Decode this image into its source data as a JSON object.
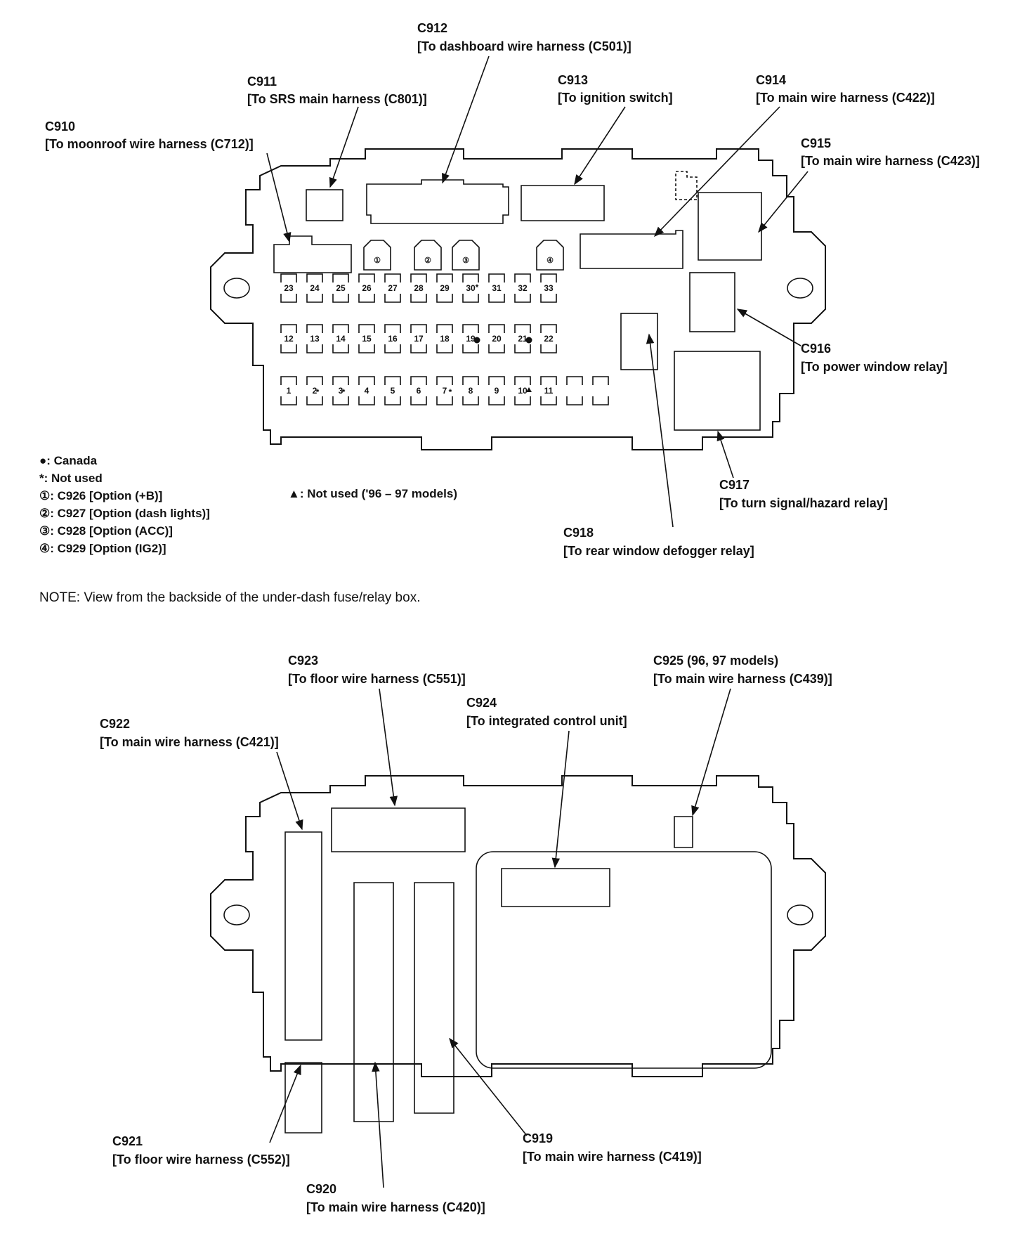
{
  "top_labels": {
    "c910": {
      "code": "C910",
      "desc": "[To moonroof wire harness (C712)]"
    },
    "c911": {
      "code": "C911",
      "desc": "[To SRS main harness (C801)]"
    },
    "c912": {
      "code": "C912",
      "desc": "[To dashboard wire harness (C501)]"
    },
    "c913": {
      "code": "C913",
      "desc": "[To ignition switch]"
    },
    "c914": {
      "code": "C914",
      "desc": "[To main wire harness (C422)]"
    },
    "c915": {
      "code": "C915",
      "desc": "[To main wire harness (C423)]"
    },
    "c916": {
      "code": "C916",
      "desc": "[To power window relay]"
    },
    "c917": {
      "code": "C917",
      "desc": "[To turn signal/hazard relay]"
    },
    "c918": {
      "code": "C918",
      "desc": "[To rear window defogger relay]"
    }
  },
  "fuse_rows": {
    "top": [
      "23",
      "24",
      "25",
      "26",
      "27",
      "28",
      "29",
      "30",
      "31",
      "32",
      "33"
    ],
    "middle": [
      "12",
      "13",
      "14",
      "15",
      "16",
      "17",
      "18",
      "19",
      "20",
      "21",
      "22"
    ],
    "bottom": [
      "1",
      "2",
      "3",
      "4",
      "5",
      "6",
      "7",
      "8",
      "9",
      "10",
      "11"
    ]
  },
  "option_connectors": [
    "①",
    "②",
    "③",
    "④"
  ],
  "legend": {
    "canada": "●: Canada",
    "not_used": "*: Not used",
    "opt1": "①: C926 [Option (+B)]",
    "opt2": "②: C927 [Option (dash lights)]",
    "opt3": "③: C928 [Option (ACC)]",
    "opt4": "④: C929 [Option (IG2)]",
    "triangle": "▲: Not used ('96 – 97 models)"
  },
  "note": "NOTE:  View from the backside of the under-dash fuse/relay box.",
  "bottom_labels": {
    "c919": {
      "code": "C919",
      "desc": "[To main wire harness (C419)]"
    },
    "c920": {
      "code": "C920",
      "desc": "[To main wire harness (C420)]"
    },
    "c921": {
      "code": "C921",
      "desc": "[To floor wire harness (C552)]"
    },
    "c922": {
      "code": "C922",
      "desc": "[To main wire harness (C421)]"
    },
    "c923": {
      "code": "C923",
      "desc": "[To floor wire harness (C551)]"
    },
    "c924": {
      "code": "C924",
      "desc": "[To integrated control unit]"
    },
    "c925": {
      "code": "C925 (96, 97 models)",
      "desc": "[To main wire harness (C439)]"
    }
  }
}
